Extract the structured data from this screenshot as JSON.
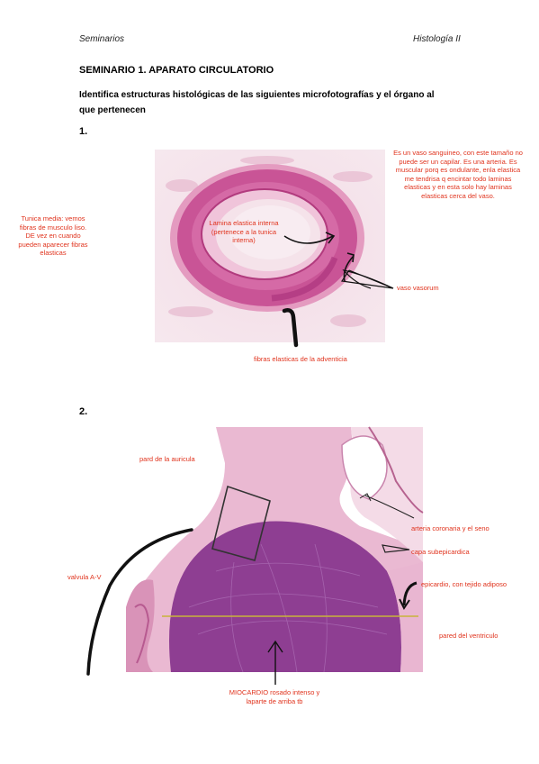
{
  "header": {
    "left": "Seminarios",
    "right": "Histología II"
  },
  "title": "SEMINARIO 1. APARATO CIRCULATORIO",
  "instruction": "Identifica estructuras histológicas de las siguientes microfotografías y el órgano al que pertenecen",
  "q1": {
    "number": "1.",
    "annotations": {
      "tunica_media": "Tunica media: vemos fibras de musculo liso. DE vez en cuando pueden aparecer fibras elasticas",
      "vaso_sanguineo": "Es un vaso sanguineo, con este tamaño no puede ser un capilar. Es una arteria. Es muscular porq es ondulante, enla elastica me tendrisa q encintar todo laminas elasticas y en esta solo hay laminas elasticas cerca del vaso.",
      "lamina_elastica": "Lamina elastica interna (pertenece a la tunica interna)",
      "vaso_vasorum": "vaso vasorum",
      "adventicia": "fibras elasticas de la adventicia"
    }
  },
  "q2": {
    "number": "2.",
    "annotations": {
      "auricula": "pard de la auricula",
      "coronaria": "arteria coronaria y el seno",
      "subepicardica": "capa subepicardica",
      "epicardio": "epicardio, con tejido adiposo",
      "valvula": "valvula A-V",
      "ventriculo": "pared del ventriculo",
      "miocardio": "MIOCARDIO rosado intenso y laparte de arriba tb"
    }
  },
  "colors": {
    "annotation": "#e0331d",
    "tissue": "#d87aa8",
    "tissue_dark": "#b03a78"
  }
}
